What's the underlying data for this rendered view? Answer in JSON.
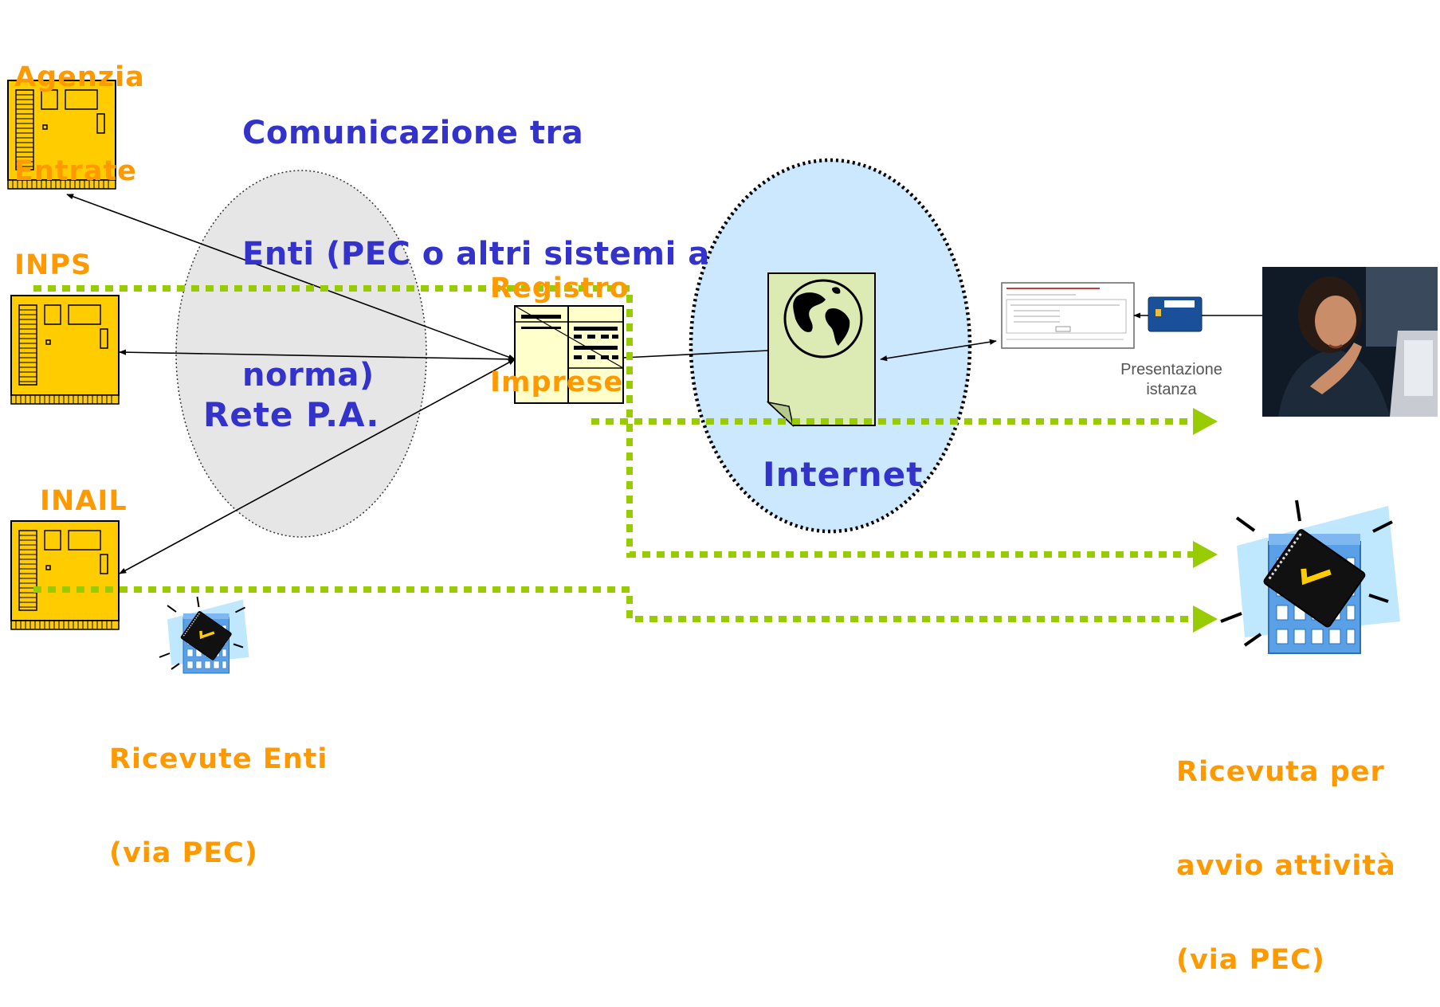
{
  "title": [
    "Comunicazione tra",
    "Enti (PEC o altri sistemi a",
    "norma)"
  ],
  "entities": {
    "agenzia": [
      "Agenzia",
      "Entrate"
    ],
    "inps": "INPS",
    "inail": "INAIL",
    "registro": [
      "Registro",
      "Imprese"
    ]
  },
  "networks": {
    "rete_pa": "Rete P.A.",
    "internet": "Internet"
  },
  "presentazione": [
    "Presentazione",
    "istanza"
  ],
  "ricevute_enti": [
    "Ricevute Enti",
    "(via PEC)"
  ],
  "ricevuta_avvio": [
    "Ricevuta per",
    "avvio attività",
    "(via PEC)"
  ],
  "icons": {
    "server": "server-icon",
    "registry": "registry-document-icon",
    "globe": "globe-document-icon",
    "form": "web-form-icon",
    "smartcard": "smartcard-icon",
    "receipt": "receipt-building-icon",
    "user": "user-photo"
  },
  "colors": {
    "label_orange": "#ff9900",
    "title_blue": "#3333cc",
    "pec_green": "#99cc00",
    "server_yellow": "#ffcc00",
    "rete_pa_grey": "#e6e6e6",
    "internet_blue": "#cce8ff"
  }
}
